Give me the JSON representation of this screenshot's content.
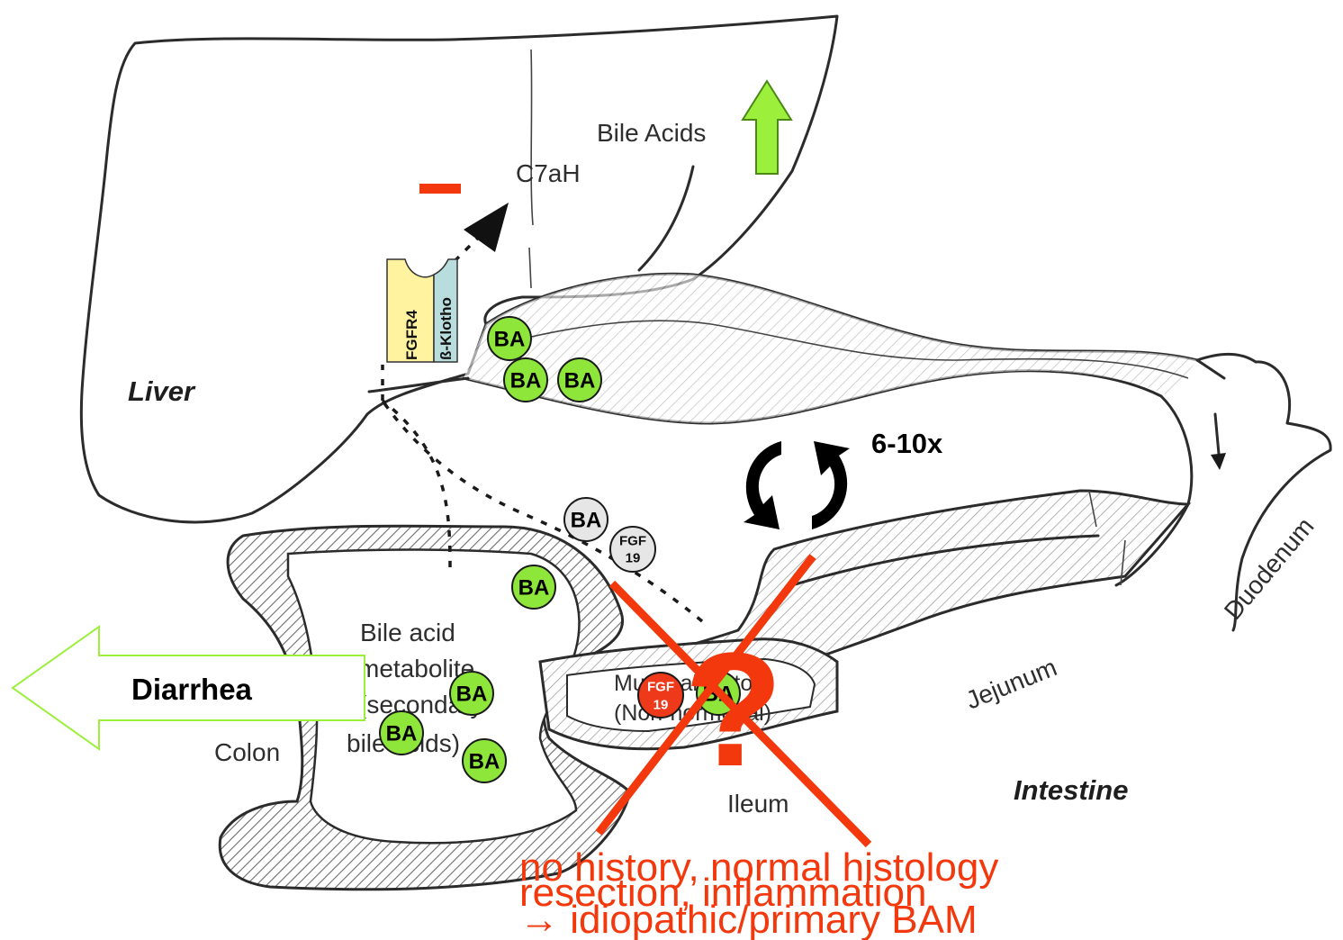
{
  "labels": {
    "liver": "Liver",
    "bile_acids": "Bile Acids",
    "c7ah": "C7aH",
    "fgfr4": "FGFR4",
    "klotho": "ß-Klotho",
    "duodenum": "Duodenum",
    "jejunum": "Jejunum",
    "ileum": "Ileum",
    "intestine": "Intestine",
    "colon": "Colon",
    "bile_acid_metabolite_lines": [
      "Bile acid",
      "metabolite",
      "(secondary",
      "bile acids)"
    ],
    "ileum_box_lines": [
      "Mucosal factor",
      "(Non-hormonal)"
    ],
    "cycle": "6-10x",
    "diarrhea": "Diarrhea",
    "minus": "−",
    "question": "?"
  },
  "markers": {
    "ba": "BA",
    "fgf19_line1": "FGF",
    "fgf19_line2": "19"
  },
  "notes": {
    "line1": "no history, normal histology",
    "line2": "resection, inflammation",
    "line3": "→ idiopathic/primary BAM"
  },
  "colors": {
    "ba_green": "#8ee63b",
    "grey_marker": "#e6e6e6",
    "fgf_red": "#ee3a1a",
    "receptor_yellow": "#fff3a0",
    "receptor_blue": "#b9dcdc",
    "arrow_green": "#9cf03c",
    "red_annotation": "#f2380c"
  }
}
